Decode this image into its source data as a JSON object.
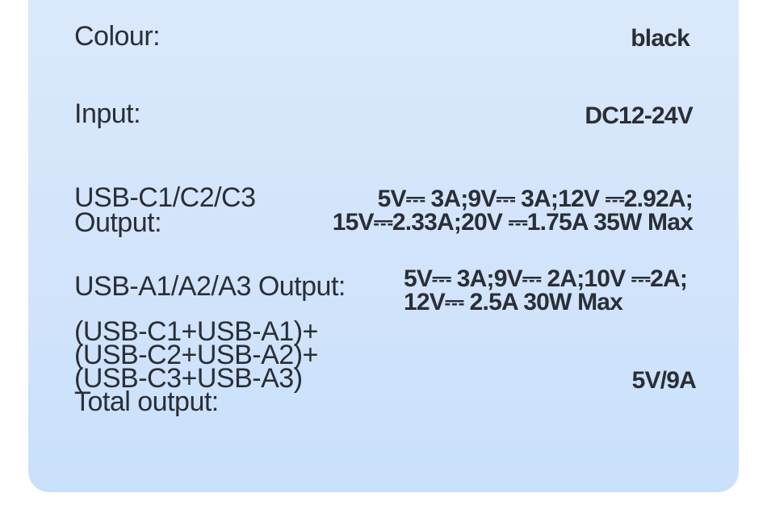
{
  "specs": {
    "colour": {
      "label": "Colour:",
      "value": "black"
    },
    "input": {
      "label": "Input:",
      "value": "DC12-24V"
    },
    "usb_c": {
      "label_line1": "USB-C1/C2/C3",
      "label_line2": "Output:",
      "value_line1": "5V⎓ 3A;9V⎓ 3A;12V ⎓2.92A;",
      "value_line2": "15V⎓2.33A;20V ⎓1.75A 35W Max"
    },
    "usb_a": {
      "label": "USB-A1/A2/A3 Output:",
      "value_line1": "5V⎓ 3A;9V⎓ 2A;10V ⎓2A;",
      "value_line2": "12V⎓ 2.5A 30W Max"
    },
    "total": {
      "label_line1": "(USB-C1+USB-A1)+",
      "label_line2": "(USB-C2+USB-A2)+",
      "label_line3": "(USB-C3+USB-A3)",
      "label_line4": "Total output:",
      "value": "5V/9A"
    }
  }
}
